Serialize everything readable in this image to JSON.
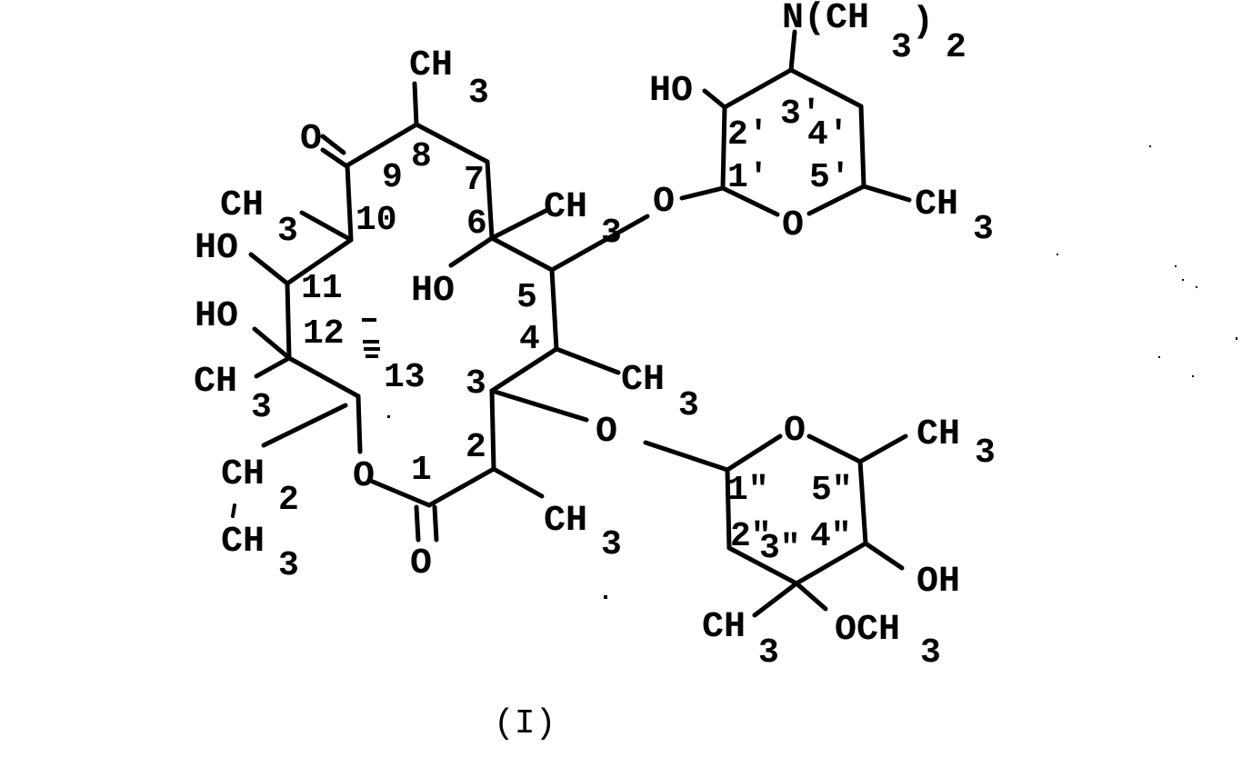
{
  "diagram": {
    "type": "chemical-structure",
    "caption": "(I)",
    "ink_color": "#000000",
    "background_color": "#ffffff",
    "macrolide_ring": {
      "ring_numbers": {
        "n1": "1",
        "n2": "2",
        "n3": "3",
        "n4": "4",
        "n5": "5",
        "n6": "6",
        "n7": "7",
        "n8": "8",
        "n9": "9",
        "n10": "10",
        "n11": "11",
        "n12": "12",
        "n13": "13"
      },
      "substituents": {
        "c8_methyl": {
          "main": "CH",
          "sub": "3"
        },
        "c9_carbonyl_o": "O",
        "c10_methyl": {
          "main": "CH",
          "sub": "3"
        },
        "c11_hydroxy": "HO",
        "c12_hydroxy": "HO",
        "c12_methyl": {
          "main": "CH",
          "sub": "3"
        },
        "c6_hydroxy": "HO",
        "c6_methyl": {
          "main": "CH",
          "sub": "3"
        },
        "c4_methyl": {
          "main": "CH",
          "sub": "3"
        },
        "c2_methyl": {
          "main": "CH",
          "sub": "3"
        },
        "c13_ethyl_ch2": {
          "main": "CH",
          "sub": "2"
        },
        "c13_ethyl_ch3": {
          "main": "CH",
          "sub": "3"
        },
        "ring_oxygen": "O",
        "lactone_carbonyl_o": "O",
        "c5_glycosidic_o": "O",
        "c3_glycosidic_o": "O"
      }
    },
    "desosamine_sugar": {
      "ring_numbers": {
        "p1": "1'",
        "p2": "2'",
        "p3": "3'",
        "p4": "4'",
        "p5": "5'"
      },
      "substituents": {
        "dimethylamino": {
          "n": "N(CH",
          "sub3": "3",
          "close": ")",
          "sub2": "2"
        },
        "hydroxy": "HO",
        "ring_oxygen": "O",
        "methyl": {
          "main": "CH",
          "sub": "3"
        }
      }
    },
    "cladinose_sugar": {
      "ring_numbers": {
        "pp1": "1\"",
        "pp2": "2\"",
        "pp3": "3\"",
        "pp4": "4\"",
        "pp5": "5\""
      },
      "substituents": {
        "ring_oxygen": "O",
        "methyl_c5": {
          "main": "CH",
          "sub": "3"
        },
        "hydroxy": "OH",
        "methoxy": {
          "main": "OCH",
          "sub": "3"
        },
        "methyl_c3": {
          "main": "CH",
          "sub": "3"
        }
      }
    }
  }
}
